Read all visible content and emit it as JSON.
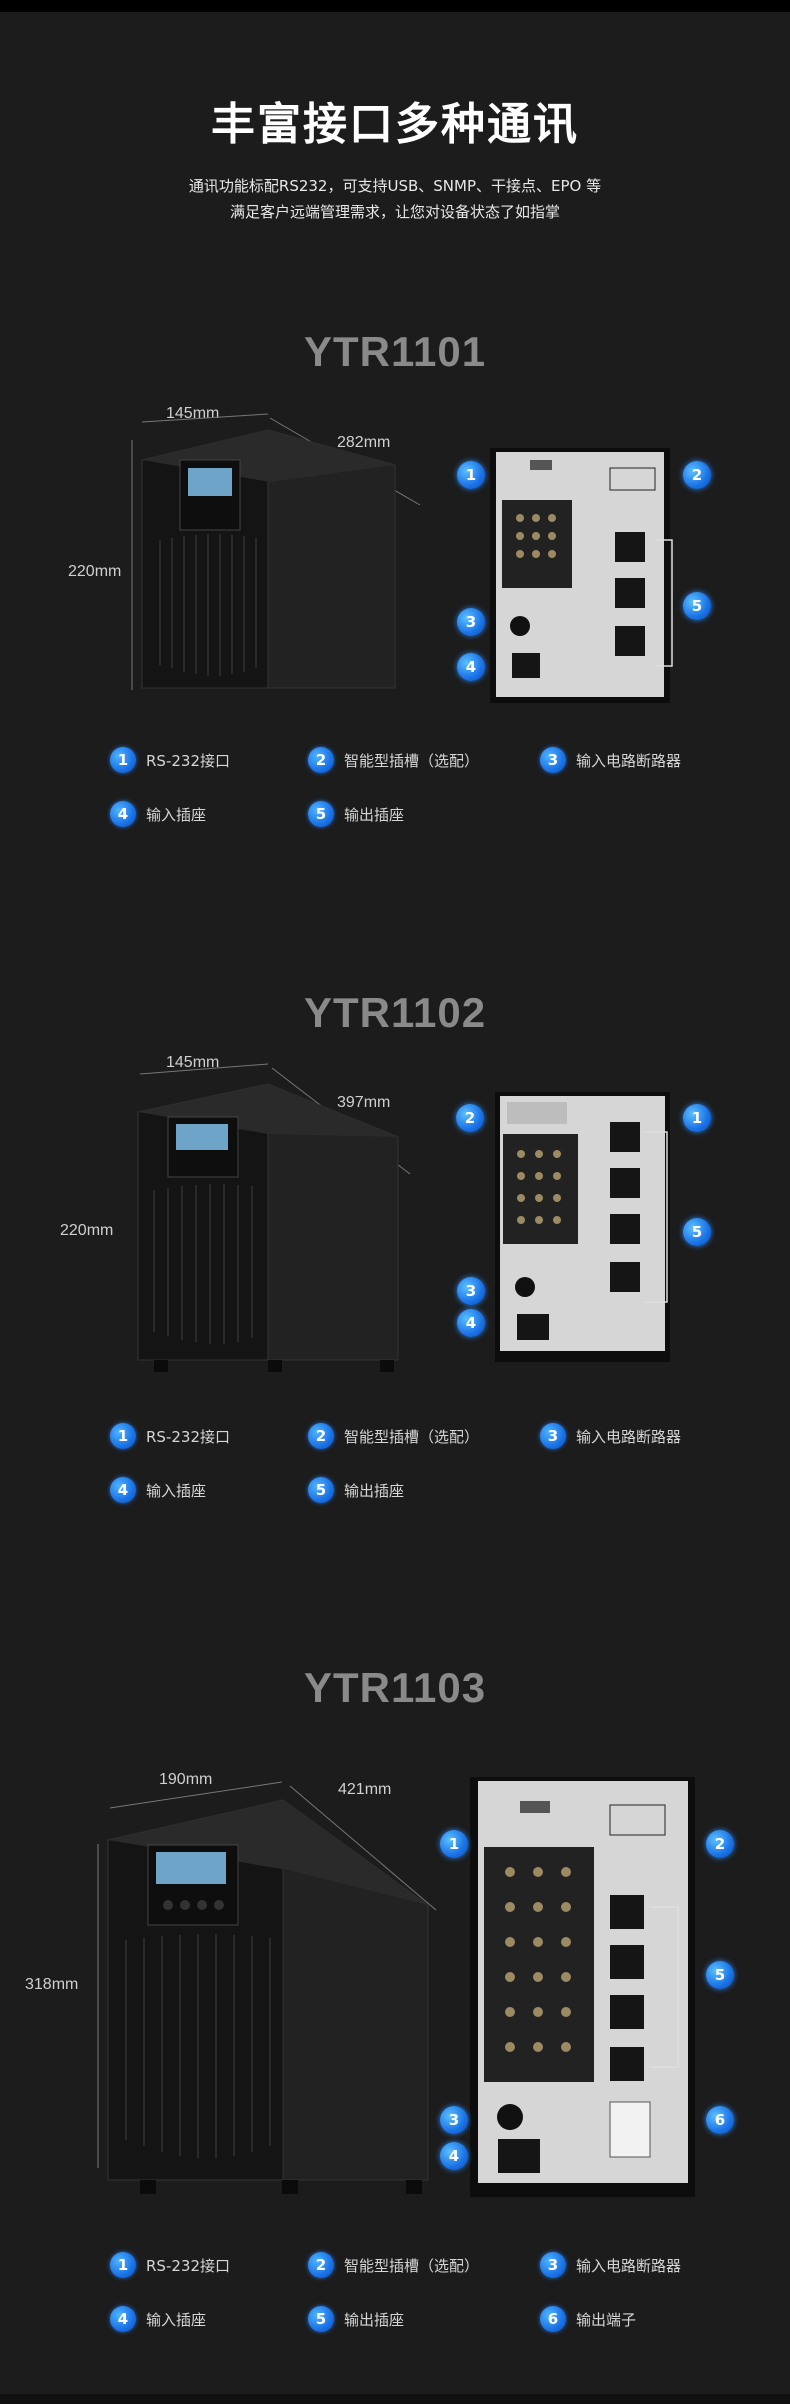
{
  "header": {
    "title": "丰富接口多种通讯",
    "subtitle_line1": "通讯功能标配RS232，可支持USB、SNMP、干接点、EPO 等",
    "subtitle_line2": "满足客户远端管理需求，让您对设备状态了如指掌"
  },
  "colors": {
    "background": "#1c1c1c",
    "accent": "#1a72e6",
    "title": "#ffffff",
    "model": "#8a8a8a"
  },
  "legend_labels": {
    "1": "RS-232接口",
    "2": "智能型插槽（选配）",
    "3": "输入电路断路器",
    "4": "输入插座",
    "5": "输出插座",
    "6": "输出端子"
  },
  "models": [
    {
      "name": "YTR1101",
      "width": "145mm",
      "depth": "282mm",
      "height": "220mm",
      "callouts": [
        "1",
        "2",
        "3",
        "4",
        "5"
      ]
    },
    {
      "name": "YTR1102",
      "width": "145mm",
      "depth": "397mm",
      "height": "220mm",
      "callouts": [
        "1",
        "2",
        "3",
        "4",
        "5"
      ]
    },
    {
      "name": "YTR1103",
      "width": "190mm",
      "depth": "421mm",
      "height": "318mm",
      "callouts": [
        "1",
        "2",
        "3",
        "4",
        "5",
        "6"
      ]
    }
  ]
}
